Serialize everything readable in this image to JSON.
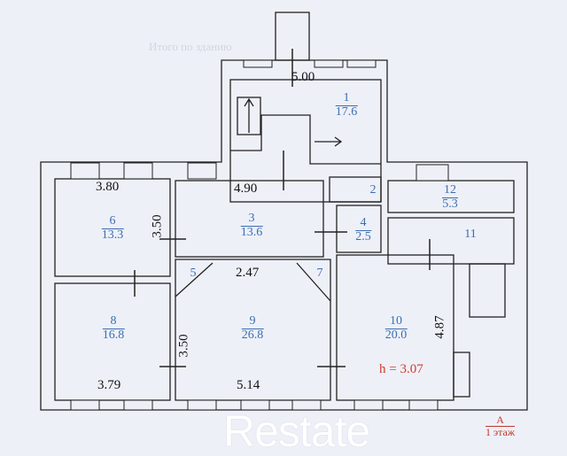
{
  "plan": {
    "rooms": [
      {
        "number": "1",
        "area": "17.6"
      },
      {
        "number": "3",
        "area": "13.6"
      },
      {
        "number": "4",
        "area": "2.5"
      },
      {
        "number": "6",
        "area": "13.3"
      },
      {
        "number": "8",
        "area": "16.8"
      },
      {
        "number": "9",
        "area": "26.8"
      },
      {
        "number": "10",
        "area": "20.0"
      },
      {
        "number": "12",
        "area": "5.3"
      }
    ],
    "small_rooms": {
      "r2": "2",
      "r5": "5",
      "r7": "7",
      "r11": "11"
    },
    "dimensions": {
      "d500": "5.00",
      "d380": "3.80",
      "d490": "4.90",
      "d350a": "3.50",
      "d247": "2.47",
      "d350b": "3.50",
      "d487": "4.87",
      "d379": "3.79",
      "d514": "5.14"
    },
    "ceiling_height": "h = 3.07",
    "floor_marker": {
      "letter": "А",
      "label": "1 этаж"
    },
    "watermark": "Restate",
    "background_text": "Итого по зданию",
    "colors": {
      "room_label": "#3a6fb0",
      "height_label": "#d23a2a",
      "walls": "#222222"
    }
  }
}
